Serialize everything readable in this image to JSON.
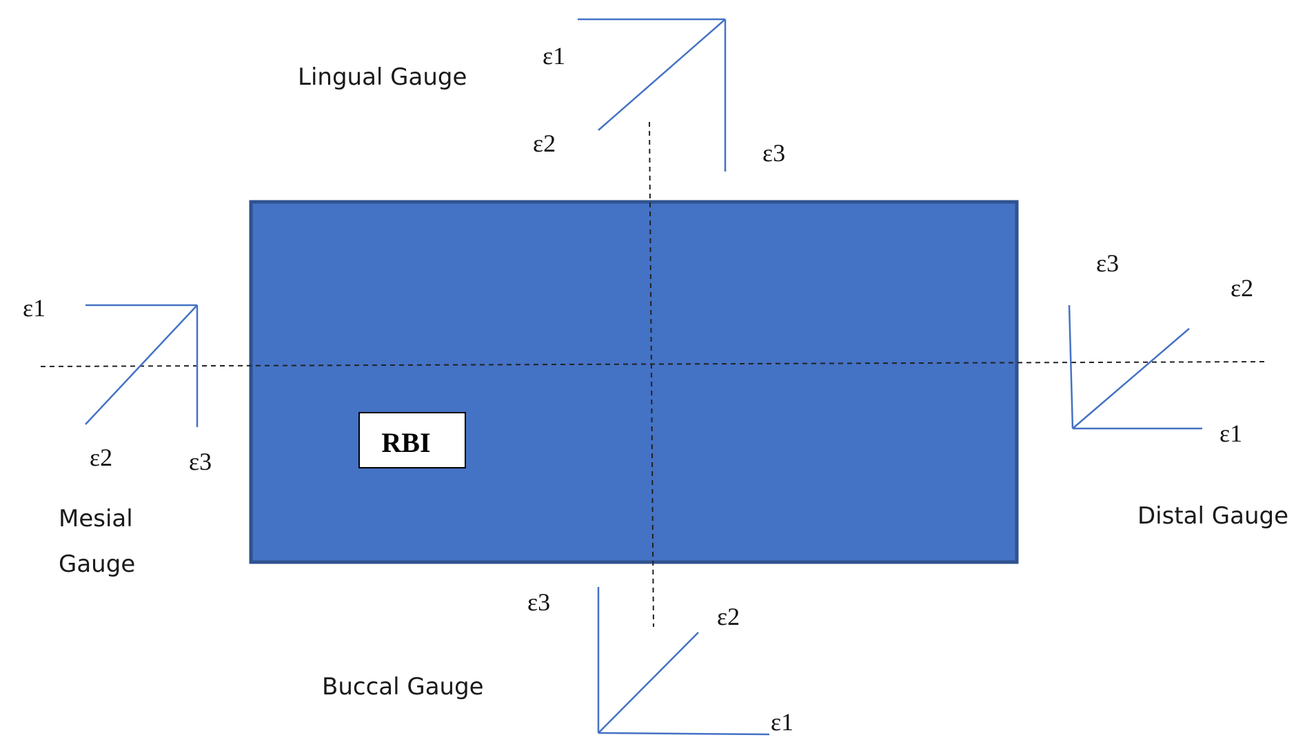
{
  "specimen": {
    "label": "RBI",
    "fill_color": "#4472C4",
    "border_color": "#2F528F"
  },
  "rosette_color": "#4472C4",
  "gauges": {
    "lingual": {
      "title": "Lingual Gauge",
      "e1": "ε1",
      "e2": "ε2",
      "e3": "ε3"
    },
    "mesial": {
      "title_line1": "Mesial",
      "title_line2": "Gauge",
      "e1": "ε1",
      "e2": "ε2",
      "e3": "ε3"
    },
    "distal": {
      "title": "Distal Gauge",
      "e1": "ε1",
      "e2": "ε2",
      "e3": "ε3"
    },
    "buccal": {
      "title": "Buccal Gauge",
      "e1": "ε1",
      "e2": "ε2",
      "e3": "ε3"
    }
  }
}
